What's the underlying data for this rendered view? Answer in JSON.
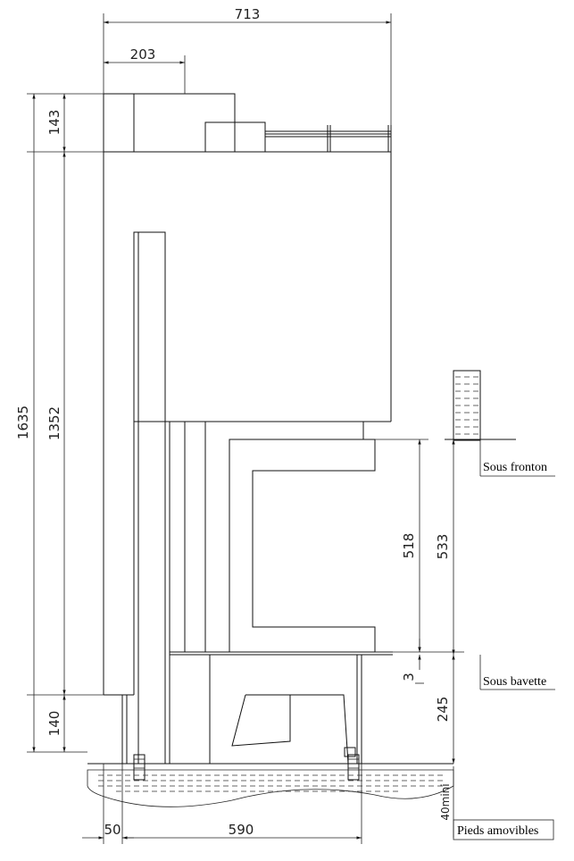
{
  "dimensions": {
    "overall_width": "713",
    "flue_offset": "203",
    "top_height": "143",
    "total_height": "1635",
    "body_height": "1352",
    "opening_height": "518",
    "hood_to_sill": "533",
    "sill_gap": "3",
    "sill_to_floor": "245",
    "base_height": "140",
    "rear_offset": "50",
    "depth": "590",
    "feet_min": "40mini"
  },
  "labels": {
    "sous_fronton": "Sous fronton",
    "sous_bavette": "Sous bavette",
    "pieds_amovibles": "Pieds amovibles"
  }
}
